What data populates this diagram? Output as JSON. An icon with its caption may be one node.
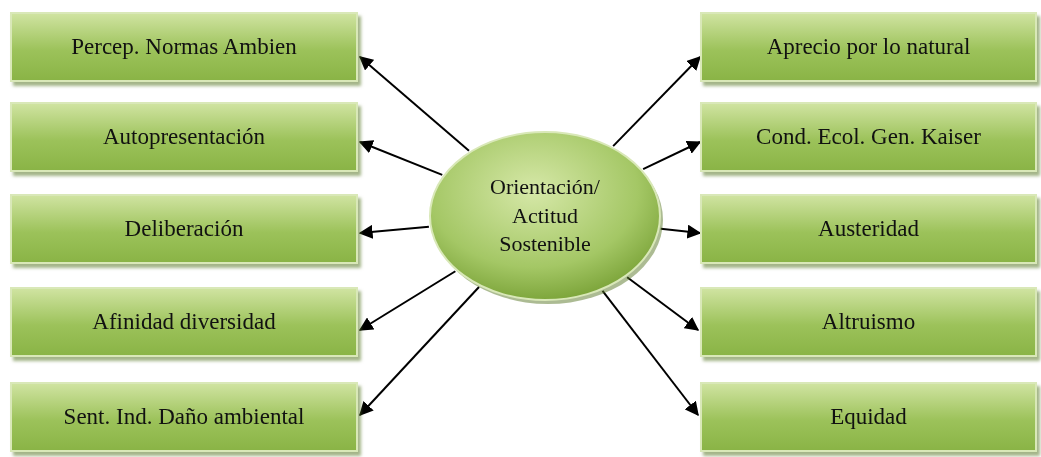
{
  "diagram": {
    "nodes": [
      {
        "text": [
          "Orientación/ Actitud Sostenible"
        ]
      },
      {
        "text": [
          "Percep. Normas Ambien"
        ]
      },
      {
        "text": [
          "Autopresentación"
        ]
      },
      {
        "text": [
          "Deliberación"
        ]
      },
      {
        "text": [
          "Afinidad diversidad"
        ]
      },
      {
        "text": [
          "Sent. Ind. Daño ambiental"
        ]
      },
      {
        "text": [
          "Aprecio por lo natural"
        ]
      },
      {
        "text": [
          "Cond. Ecol. Gen. Kaiser"
        ]
      },
      {
        "text": [
          "Austeridad"
        ]
      },
      {
        "text": [
          "Altruismo"
        ]
      },
      {
        "text": [
          "Equidad"
        ]
      }
    ],
    "edges": [
      {
        "from": 0,
        "to": 1,
        "arrow": "to"
      },
      {
        "from": 0,
        "to": 2,
        "arrow": "to"
      },
      {
        "from": 0,
        "to": 3,
        "arrow": "to"
      },
      {
        "from": 0,
        "to": 4,
        "arrow": "to"
      },
      {
        "from": 0,
        "to": 5,
        "arrow": "to"
      },
      {
        "from": 0,
        "to": 6,
        "arrow": "to"
      },
      {
        "from": 0,
        "to": 7,
        "arrow": "to"
      },
      {
        "from": 0,
        "to": 8,
        "arrow": "to"
      },
      {
        "from": 0,
        "to": 9,
        "arrow": "to"
      },
      {
        "from": 0,
        "to": 10,
        "arrow": "to"
      }
    ]
  }
}
